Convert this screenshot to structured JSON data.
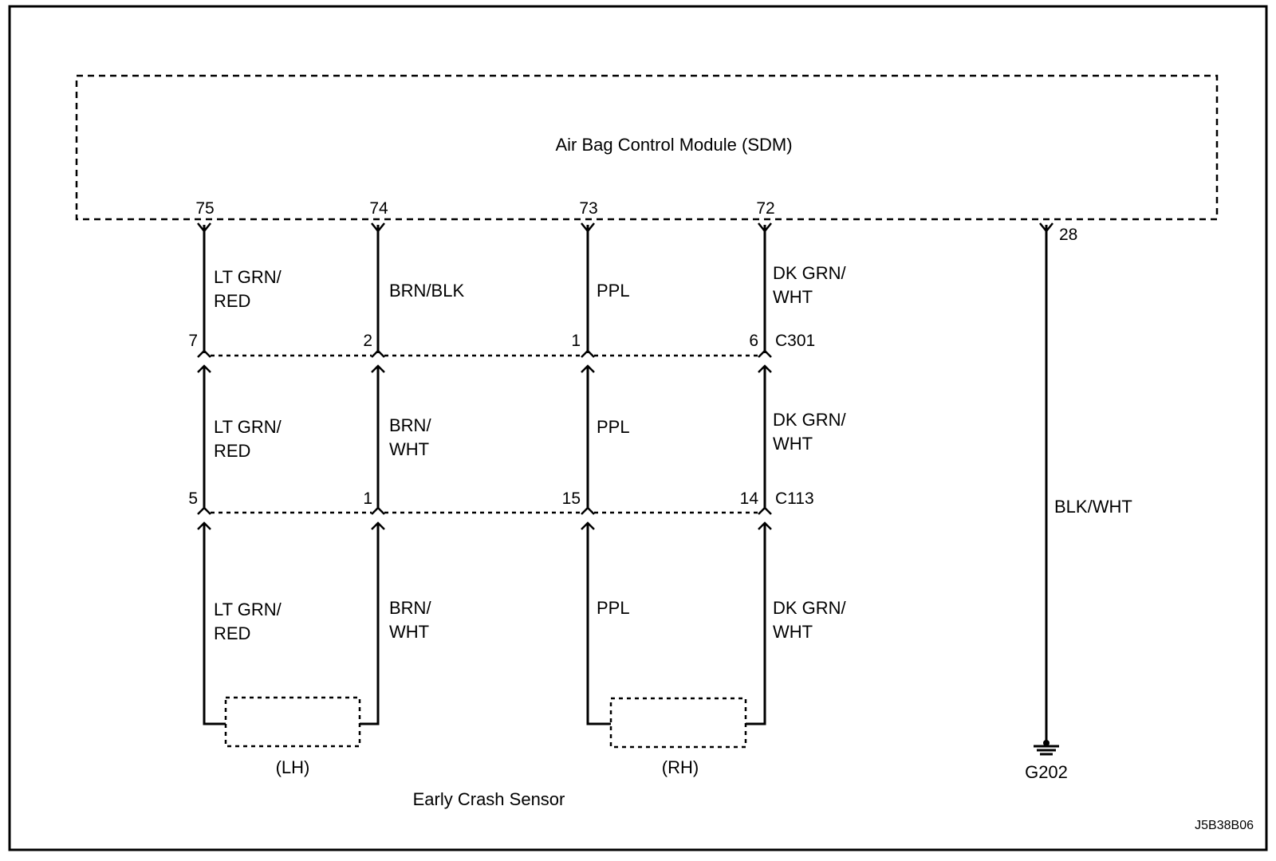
{
  "module": {
    "title": "Air Bag Control Module (SDM)"
  },
  "module_pins": {
    "p75": "75",
    "p74": "74",
    "p73": "73",
    "p72": "72",
    "p28": "28"
  },
  "connector_c301": {
    "name": "C301",
    "pins": {
      "a": "7",
      "b": "2",
      "c": "1",
      "d": "6"
    }
  },
  "connector_c113": {
    "name": "C113",
    "pins": {
      "a": "5",
      "b": "1",
      "c": "15",
      "d": "14"
    }
  },
  "wires": {
    "w1_top": [
      "LT GRN/",
      "RED"
    ],
    "w1_mid": [
      "LT GRN/",
      "RED"
    ],
    "w1_bot": [
      "LT GRN/",
      "RED"
    ],
    "w2_top": [
      "BRN/BLK"
    ],
    "w2_mid": [
      "BRN/",
      "WHT"
    ],
    "w2_bot": [
      "BRN/",
      "WHT"
    ],
    "w3_top": [
      "PPL"
    ],
    "w3_mid": [
      "PPL"
    ],
    "w3_bot": [
      "PPL"
    ],
    "w4_top": [
      "DK GRN/",
      "WHT"
    ],
    "w4_mid": [
      "DK GRN/",
      "WHT"
    ],
    "w4_bot": [
      "DK GRN/",
      "WHT"
    ],
    "ground_wire": "BLK/WHT"
  },
  "sensors": {
    "left": "(LH)",
    "right": "(RH)",
    "caption": "Early Crash Sensor"
  },
  "ground": {
    "name": "G202"
  },
  "figure_id": "J5B38B06"
}
